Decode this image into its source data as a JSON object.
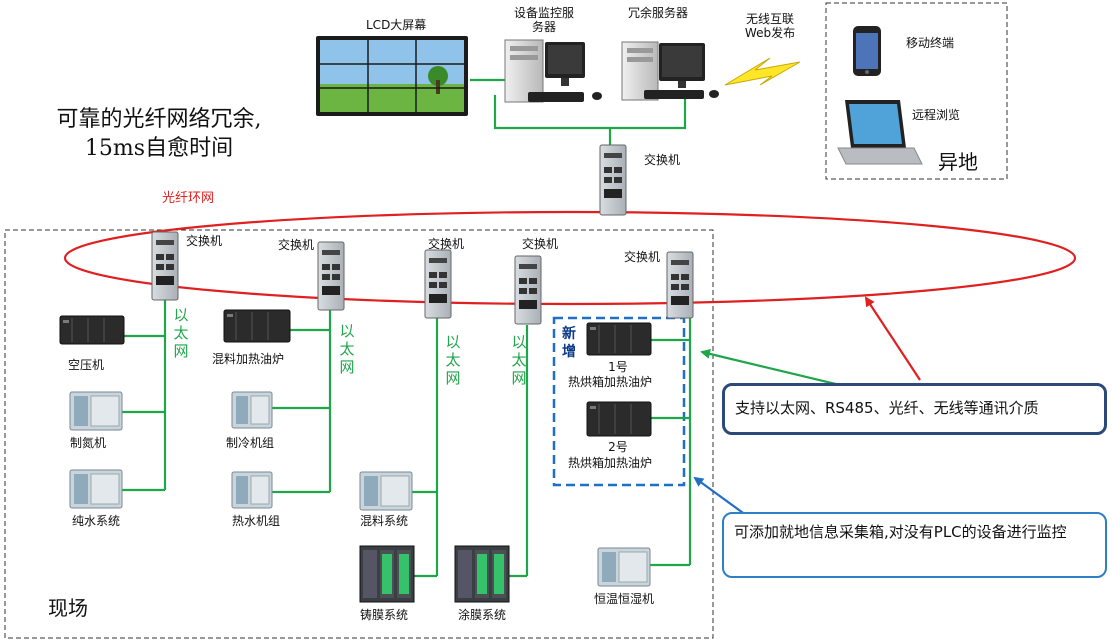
{
  "top": {
    "lcd_label": "LCD大屏幕",
    "monitor_server_label": "设备监控服务器",
    "redundant_server_label": "冗余服务器",
    "wireless_label": "无线互联Web发布",
    "core_switch_label": "交换机"
  },
  "remote": {
    "mobile_label": "移动终端",
    "browse_label": "远程浏览",
    "title": "异地"
  },
  "headline": {
    "line1": "可靠的光纤网络冗余,",
    "line2": "15ms自愈时间"
  },
  "ring_label": "光纤环网",
  "site": {
    "title": "现场",
    "switch_label": "交换机",
    "ethernet_label": "以太网",
    "new_label": "新增",
    "devices": {
      "air_compressor": "空压机",
      "nitrogen": "制氮机",
      "pure_water": "纯水系统",
      "mixer_heater": "混料加热油炉",
      "chiller": "制冷机组",
      "hot_water": "热水机组",
      "mixing_system": "混料系统",
      "casting_film": "铸膜系统",
      "coating_film": "涂膜系统",
      "oven1_no": "1号",
      "oven1_name": "热烘箱加热油炉",
      "oven2_no": "2号",
      "oven2_name": "热烘箱加热油炉",
      "climate": "恒温恒湿机"
    }
  },
  "callouts": {
    "media": "支持以太网、RS485、光纤、无线等通讯介质",
    "collector": "可添加就地信息采集箱,对没有PLC的设备进行监控"
  }
}
